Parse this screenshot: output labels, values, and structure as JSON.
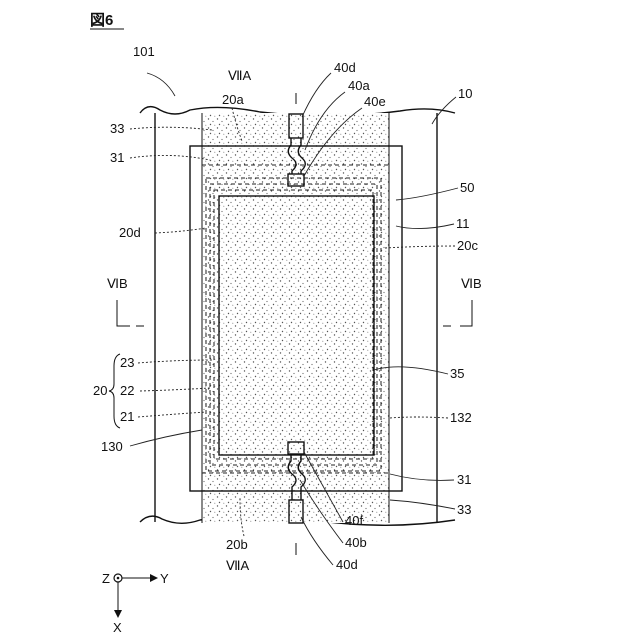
{
  "figure": {
    "title": "図6",
    "labels": {
      "l101": "101",
      "l10": "10",
      "l7a_top": "ⅦA",
      "l7a_bottom": "ⅦA",
      "l6b_left": "ⅥB",
      "l6b_right": "ⅥB",
      "l40d_top": "40d",
      "l40a": "40a",
      "l40e": "40e",
      "l20a": "20a",
      "l33_left": "33",
      "l31_left": "31",
      "l50": "50",
      "l11": "11",
      "l20c": "20c",
      "l20d": "20d",
      "l20": "20",
      "l23": "23",
      "l22": "22",
      "l21": "21",
      "l35": "35",
      "l132": "132",
      "l130": "130",
      "l31_right": "31",
      "l33_right": "33",
      "l40f": "40f",
      "l20b": "20b",
      "l40b": "40b",
      "l40d_bottom": "40d",
      "axis_z": "Z",
      "axis_y": "Y",
      "axis_x": "X"
    }
  }
}
